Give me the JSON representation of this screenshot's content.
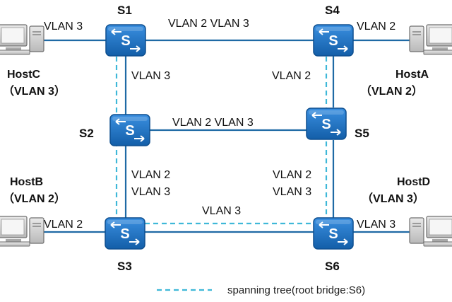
{
  "colors": {
    "link": "#1f6aa5",
    "spanning_tree": "#3fb8d8",
    "switch_body": "#1a6fbf",
    "switch_edge": "#0e4f8f",
    "host_gray": "#8a8a8a"
  },
  "switches": {
    "s1": "S1",
    "s2": "S2",
    "s3": "S3",
    "s4": "S4",
    "s5": "S5",
    "s6": "S6"
  },
  "switch_glyph": "S",
  "hosts": {
    "hostA": {
      "name": "HostA",
      "vlan": "（VLAN 2）"
    },
    "hostB": {
      "name": "HostB",
      "vlan": "（VLAN 2）"
    },
    "hostC": {
      "name": "HostC",
      "vlan": "（VLAN 3）"
    },
    "hostD": {
      "name": "HostD",
      "vlan": "（VLAN 3）"
    }
  },
  "link_labels": {
    "hostC_s1": "VLAN 3",
    "s1_s4": "VLAN 2 VLAN 3",
    "s4_hostA": "VLAN 2",
    "s1_s2": "VLAN 3",
    "s4_s5": "VLAN 2",
    "s2_s5": "VLAN 2 VLAN 3",
    "s2_s3_line1": "VLAN 2",
    "s2_s3_line2": "VLAN 3",
    "s5_s6_line1": "VLAN 2",
    "s5_s6_line2": "VLAN 3",
    "s3_s6": "VLAN 3",
    "hostB_s3": "VLAN 2",
    "s6_hostD": "VLAN 3"
  },
  "legend": {
    "label": "spanning tree(root bridge:S6)"
  }
}
